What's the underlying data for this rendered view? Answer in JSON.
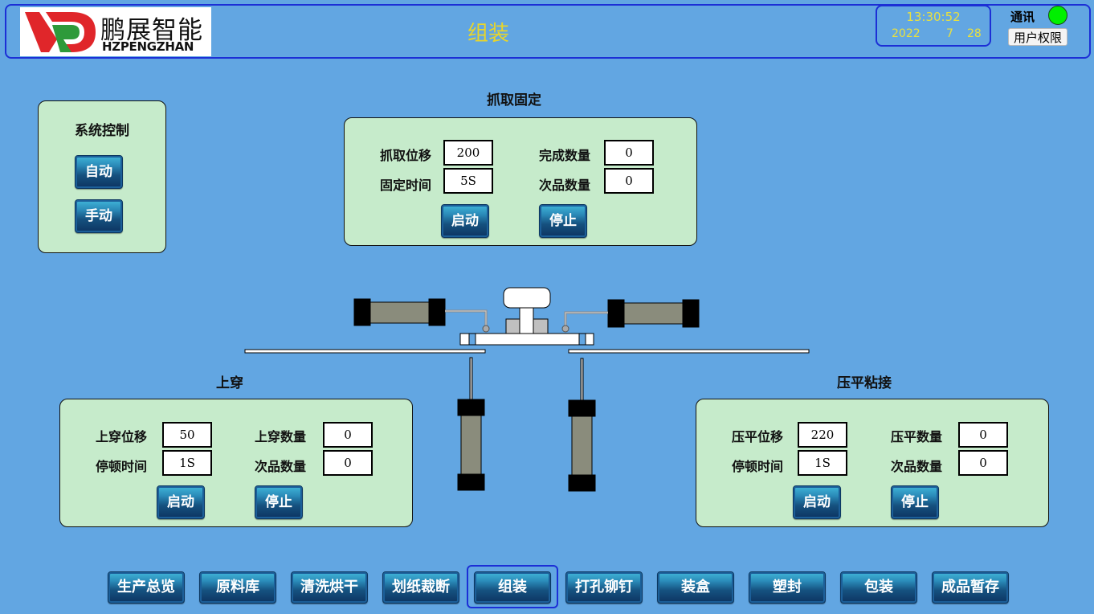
{
  "header": {
    "logo_cn": "鹏展智能",
    "logo_en": "HZPENGZHAN",
    "page_title": "组装",
    "clock": {
      "time": "13:30:52",
      "year": "2022",
      "month": "7",
      "day": "28"
    },
    "comm_label": "通讯",
    "comm_status_color": "#00f000",
    "user_permission_label": "用户权限",
    "title_color": "#e8d52a"
  },
  "system_control": {
    "title": "系统控制",
    "auto_label": "自动",
    "manual_label": "手动"
  },
  "grab_fix": {
    "title": "抓取固定",
    "displacement_label": "抓取位移",
    "displacement_value": "200",
    "time_label": "固定时间",
    "time_value": "5S",
    "done_count_label": "完成数量",
    "done_count_value": "0",
    "defect_count_label": "次品数量",
    "defect_count_value": "0",
    "start_label": "启动",
    "stop_label": "停止"
  },
  "upper_thread": {
    "title": "上穿",
    "displacement_label": "上穿位移",
    "displacement_value": "50",
    "pause_label": "停顿时间",
    "pause_value": "1S",
    "count_label": "上穿数量",
    "count_value": "0",
    "defect_count_label": "次品数量",
    "defect_count_value": "0",
    "start_label": "启动",
    "stop_label": "停止"
  },
  "press_bond": {
    "title": "压平粘接",
    "displacement_label": "压平位移",
    "displacement_value": "220",
    "pause_label": "停顿时间",
    "pause_value": "1S",
    "count_label": "压平数量",
    "count_value": "0",
    "defect_count_label": "次品数量",
    "defect_count_value": "0",
    "start_label": "启动",
    "stop_label": "停止"
  },
  "nav": {
    "active": "组装",
    "items": [
      "生产总览",
      "原料库",
      "清洗烘干",
      "划纸裁断",
      "组装",
      "打孔铆钉",
      "装盒",
      "塑封",
      "包装",
      "成品暂存"
    ]
  }
}
